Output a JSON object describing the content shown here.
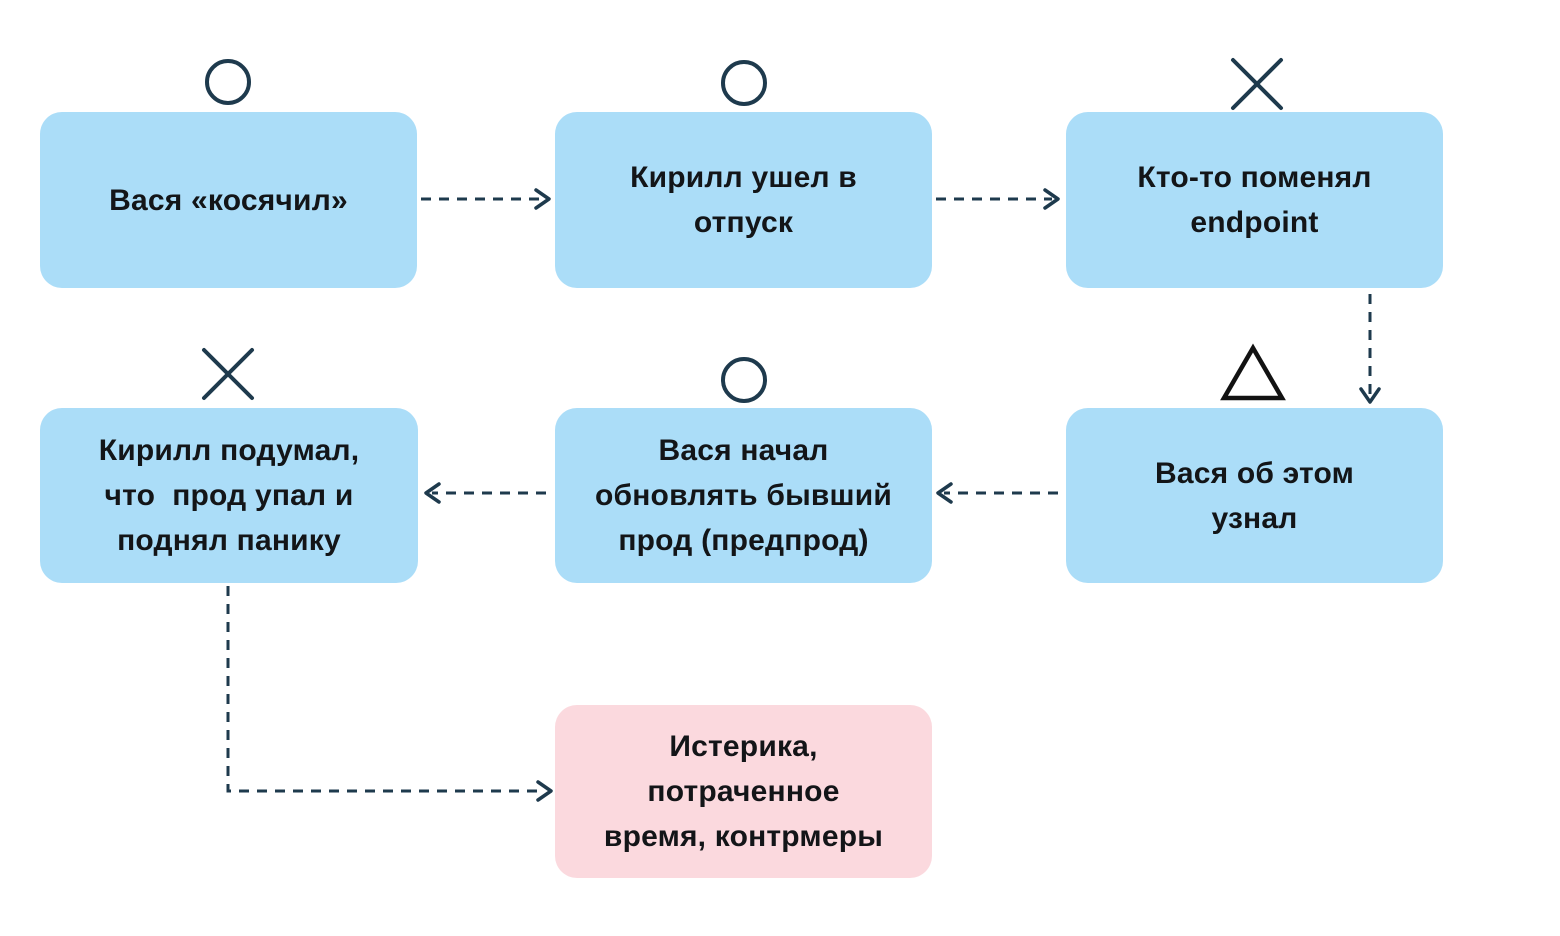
{
  "diagram": {
    "background": "#ffffff",
    "colors": {
      "node_fill_blue": "#abddf8",
      "node_fill_pink": "#fbd9de",
      "text": "#131518",
      "marker_stroke": "#1e3a4d",
      "triangle_stroke": "#121212",
      "edge_stroke": "#1e3a4d"
    },
    "nodes": [
      {
        "id": "n1",
        "label": "Вася «косячил»",
        "marker": "circle",
        "fill": "blue"
      },
      {
        "id": "n2",
        "label": "Кирилл ушел в\nотпуск",
        "marker": "circle",
        "fill": "blue"
      },
      {
        "id": "n3",
        "label": "Кто-то поменял\nendpoint",
        "marker": "cross",
        "fill": "blue"
      },
      {
        "id": "n4",
        "label": "Кирилл подумал,\nчто  прод упал и\nподнял панику",
        "marker": "cross",
        "fill": "blue"
      },
      {
        "id": "n5",
        "label": "Вася начал\nобновлять бывший\nпрод (предпрод)",
        "marker": "circle",
        "fill": "blue"
      },
      {
        "id": "n6",
        "label": "Вася об этом\nузнал",
        "marker": "triangle",
        "fill": "blue"
      },
      {
        "id": "n7",
        "label": "Истерика,\nпотраченное\nвремя, контрмеры",
        "marker": null,
        "fill": "pink"
      }
    ],
    "edges": [
      {
        "from": "n1",
        "to": "n2",
        "style": "dashed-arrow",
        "direction": "right"
      },
      {
        "from": "n2",
        "to": "n3",
        "style": "dashed-arrow",
        "direction": "right"
      },
      {
        "from": "n3",
        "to": "n6",
        "style": "dashed-arrow",
        "direction": "down"
      },
      {
        "from": "n6",
        "to": "n5",
        "style": "dashed-arrow",
        "direction": "left"
      },
      {
        "from": "n5",
        "to": "n4",
        "style": "dashed-arrow",
        "direction": "left"
      },
      {
        "from": "n4",
        "to": "n7",
        "style": "dashed-arrow",
        "direction": "down-right"
      }
    ]
  }
}
